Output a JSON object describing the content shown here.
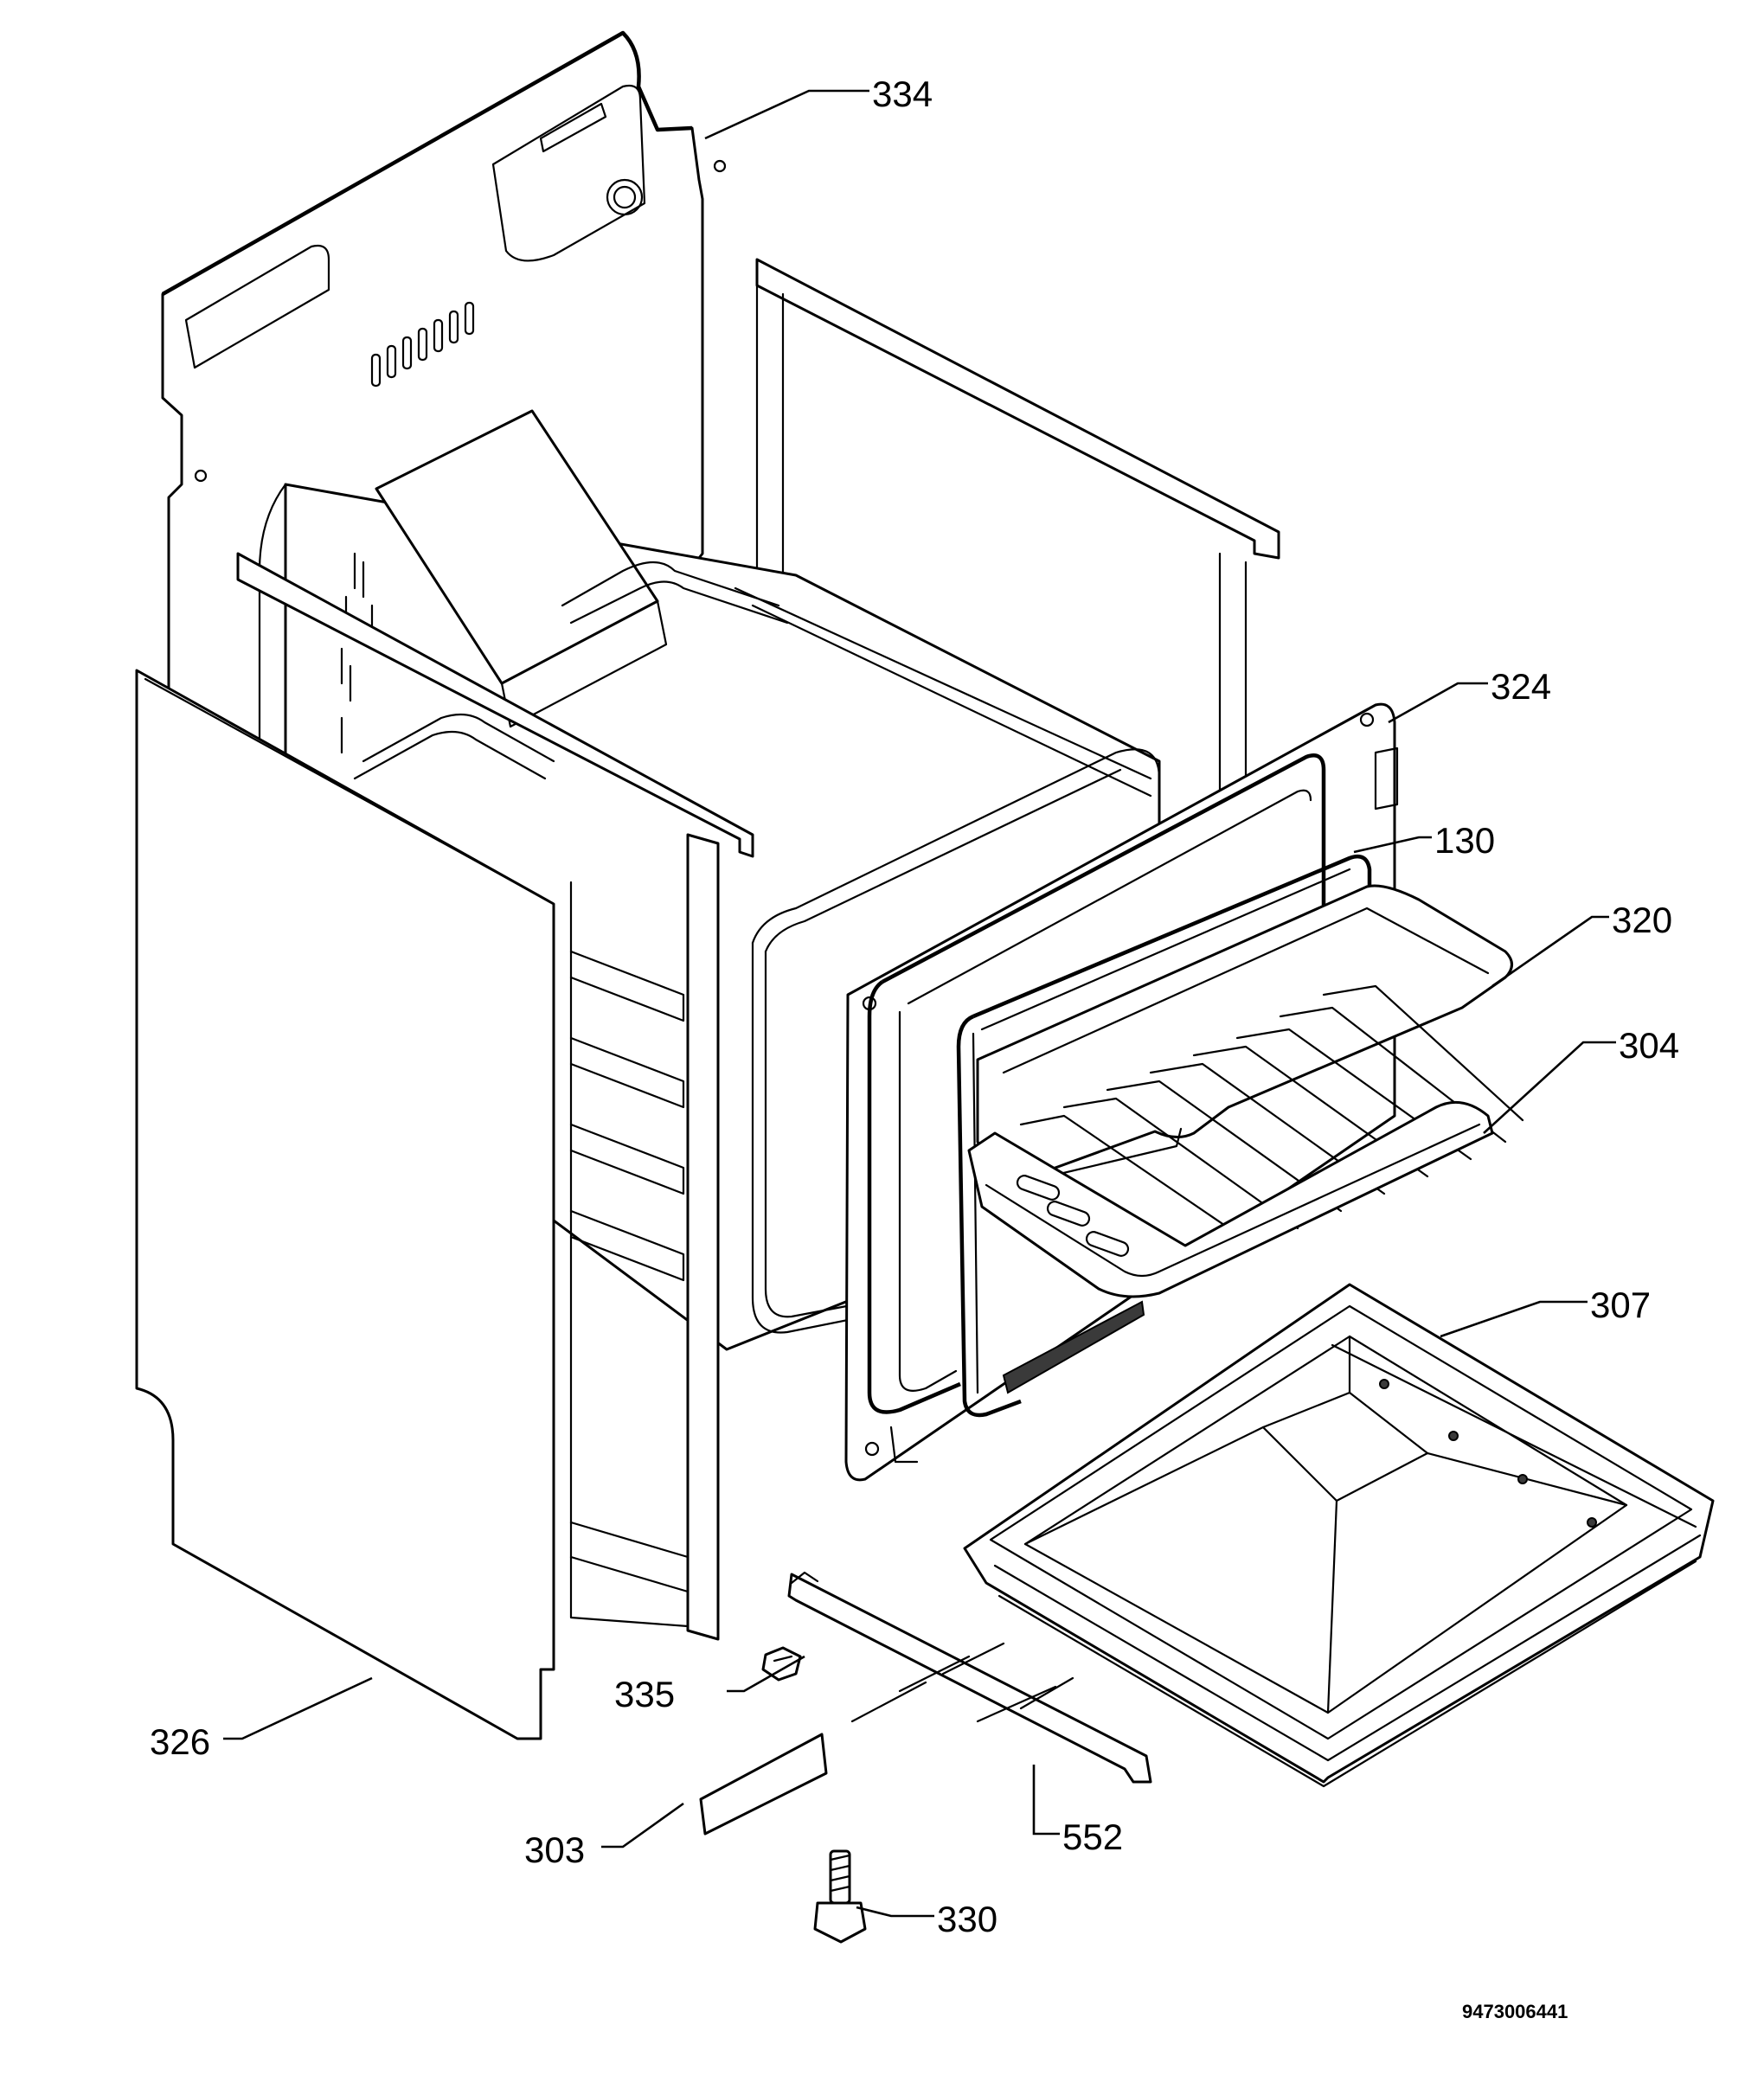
{
  "callouts": [
    {
      "id": "334",
      "text": "334"
    },
    {
      "id": "324",
      "text": "324"
    },
    {
      "id": "130",
      "text": "130"
    },
    {
      "id": "320",
      "text": "320"
    },
    {
      "id": "304",
      "text": "304"
    },
    {
      "id": "307",
      "text": "307"
    },
    {
      "id": "335",
      "text": "335"
    },
    {
      "id": "326",
      "text": "326"
    },
    {
      "id": "303",
      "text": "303"
    },
    {
      "id": "552",
      "text": "552"
    },
    {
      "id": "330",
      "text": "330"
    }
  ],
  "drawing_code": "9473006441"
}
